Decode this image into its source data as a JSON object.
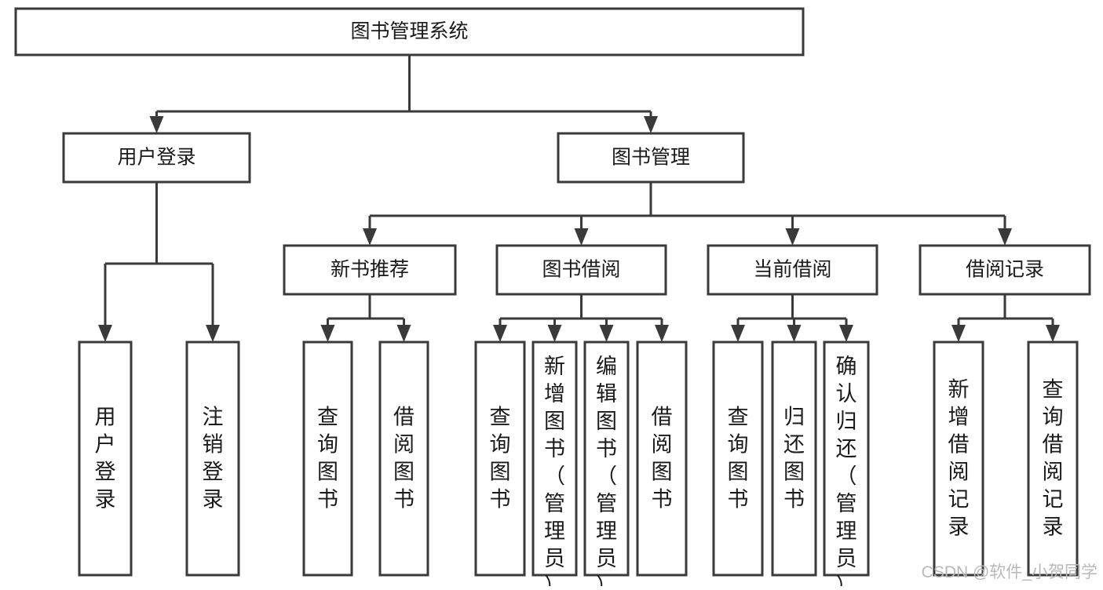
{
  "diagram": {
    "type": "hierarchy-tree",
    "title_node": {
      "label": "图书管理系统"
    },
    "level2": [
      {
        "id": "user-login",
        "label": "用户登录"
      },
      {
        "id": "book-management",
        "label": "图书管理"
      }
    ],
    "level3": [
      {
        "id": "new-book-recommend",
        "label": "新书推荐"
      },
      {
        "id": "book-borrow",
        "label": "图书借阅"
      },
      {
        "id": "current-borrow",
        "label": "当前借阅"
      },
      {
        "id": "borrow-record",
        "label": "借阅记录"
      }
    ],
    "leaves": {
      "user-login": [
        {
          "id": "leaf-user-login",
          "label": "用户登录"
        },
        {
          "id": "leaf-logout-login",
          "label": "注销登录"
        }
      ],
      "new-book-recommend": [
        {
          "id": "leaf-query-book-1",
          "label": "查询图书"
        },
        {
          "id": "leaf-borrow-book-1",
          "label": "借阅图书"
        }
      ],
      "book-borrow": [
        {
          "id": "leaf-query-book-2",
          "label": "查询图书"
        },
        {
          "id": "leaf-add-book-admin",
          "label": "新增图书（管理员）"
        },
        {
          "id": "leaf-edit-book-admin",
          "label": "编辑图书（管理员）"
        },
        {
          "id": "leaf-borrow-book-2",
          "label": "借阅图书"
        }
      ],
      "current-borrow": [
        {
          "id": "leaf-query-book-3",
          "label": "查询图书"
        },
        {
          "id": "leaf-return-book",
          "label": "归还图书"
        },
        {
          "id": "leaf-confirm-return-admin",
          "label": "确认归还（管理员）"
        }
      ],
      "borrow-record": [
        {
          "id": "leaf-add-borrow-record",
          "label": "新增借阅记录"
        },
        {
          "id": "leaf-query-borrow-record",
          "label": "查询借阅记录"
        }
      ]
    }
  },
  "watermark": {
    "text": "CSDN @软件_小贺同学"
  },
  "colors": {
    "box_stroke": "#3a3a3a",
    "box_fill": "#ffffff",
    "text": "#1a1a1a",
    "watermark": "#b9b9b9",
    "background": "#ffffff"
  }
}
